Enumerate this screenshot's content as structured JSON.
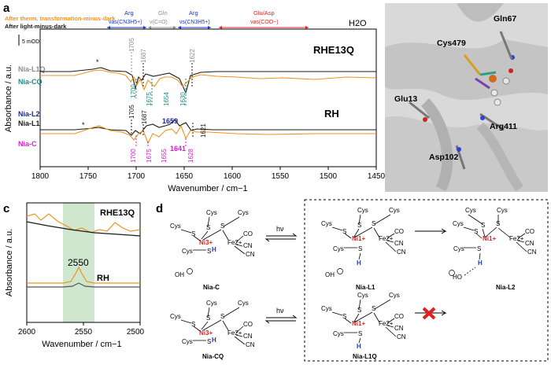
{
  "panel_a": {
    "label": "a",
    "legend_after_therm": "After therm. transformation-minus-dark",
    "legend_after_light": "After light-minus-dark",
    "scale_bar": "5 mOD",
    "band_arg1": "Arg",
    "band_arg1_sub": "νas(CN3H5+)",
    "band_gln": "Gln",
    "band_gln_sub": "ν(C=O)",
    "band_arg2": "Arg",
    "band_arg2_sub": "νs(CN3H5+)",
    "band_glu": "Glu/Asp",
    "band_glu_sub": "νas(COO−)",
    "h2o": "H2O",
    "rh_e13q": "RHE13Q",
    "rh": "RH",
    "state_l1q": "Nia-L1Q",
    "state_cq": "Nia-CQ",
    "state_l2": "Nia-L2",
    "state_l1": "Nia-L1",
    "state_c": "Nia-C",
    "ylabel": "Absorbance / a.u.",
    "xlabel": "Wavenumber / cm−1",
    "xticks": [
      "1800",
      "1750",
      "1700",
      "1650",
      "1600",
      "1550",
      "1500",
      "1450"
    ],
    "peaks_top": [
      "1705",
      "1687",
      "1700",
      "1675",
      "1654",
      "1630",
      "1622"
    ],
    "peaks_bottom": [
      "1705",
      "1687",
      "1659",
      "1621",
      "1700",
      "1675",
      "1655",
      "1641",
      "1628"
    ],
    "colors": {
      "orange": "#f0921e",
      "black": "#1a1a1a",
      "magenta": "#d521c8",
      "teal": "#1e8c80",
      "navy": "#1f2a8c",
      "grey": "#8c8c8c",
      "red": "#e02020",
      "blue": "#1a35c8"
    }
  },
  "panel_b": {
    "label": "b",
    "residues": [
      "Gln67",
      "Cys479",
      "Glu13",
      "Arg411",
      "Asp102"
    ]
  },
  "panel_c": {
    "label": "c",
    "rh_e13q": "RHE13Q",
    "rh": "RH",
    "peak": "2550",
    "ylabel": "Absorbance / a.u.",
    "xlabel": "Wavenumber / cm−1",
    "xticks": [
      "2600",
      "2550",
      "2500"
    ]
  },
  "panel_d": {
    "label": "d",
    "hv": "hν",
    "nia_c": "Nia-C",
    "nia_cq": "Nia-CQ",
    "nia_l1": "Nia-L1",
    "nia_l2": "Nia-L2",
    "nia_l1q": "Nia-L1Q",
    "cys": "Cys",
    "s": "S",
    "ni3": "Ni3+",
    "ni1": "Ni1+",
    "fe2": "Fe2+",
    "co": "CO",
    "cn": "CN",
    "h": "H",
    "oh": "OH",
    "ho": "HO"
  }
}
